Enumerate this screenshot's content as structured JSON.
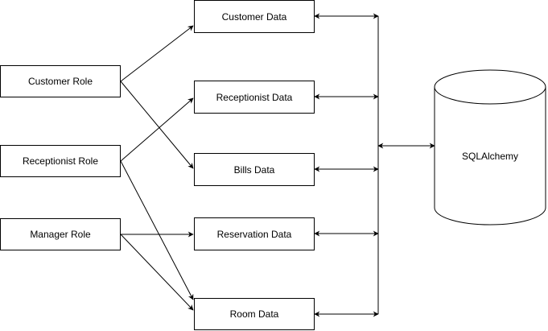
{
  "roles": {
    "customer": "Customer Role",
    "receptionist": "Receptionist Role",
    "manager": "Manager Role"
  },
  "data_entities": {
    "customer": "Customer Data",
    "receptionist": "Receptionist Data",
    "bills": "Bills Data",
    "reservation": "Reservation Data",
    "room": "Room Data"
  },
  "database": {
    "label": "SQLAlchemy"
  },
  "colors": {
    "stroke": "#000000",
    "fill": "#ffffff"
  }
}
